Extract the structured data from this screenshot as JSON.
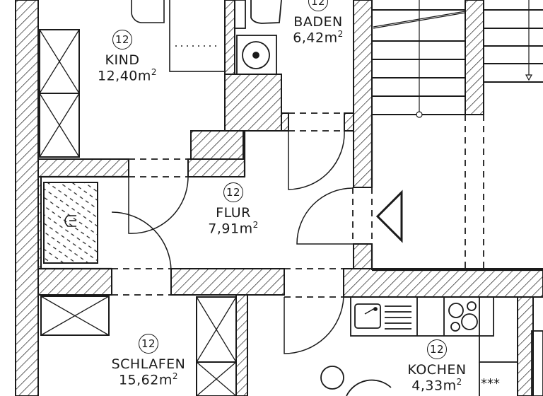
{
  "plan": {
    "type": "floor-plan",
    "colors": {
      "ink": "#1a1a1a",
      "background": "#ffffff",
      "hatch": "#1a1a1a"
    },
    "rooms": [
      {
        "id": "kind",
        "number": "12",
        "name": "KIND",
        "area": "12,40",
        "unit": "m",
        "exp": "2"
      },
      {
        "id": "baden",
        "number": "12",
        "name": "BADEN",
        "area": "6,42",
        "unit": "m",
        "exp": "2"
      },
      {
        "id": "flur",
        "number": "12",
        "name": "FLUR",
        "area": "7,91",
        "unit": "m",
        "exp": "2"
      },
      {
        "id": "schlafen",
        "number": "12",
        "name": "SCHLAFEN",
        "area": "15,62",
        "unit": "m",
        "exp": "2"
      },
      {
        "id": "kochen",
        "number": "12",
        "name": "KOCHEN",
        "area": "4,33",
        "unit": "m",
        "exp": "2"
      }
    ],
    "symbols": {
      "entrance": "triangle-entrance-marker",
      "kitchen_marker": "***"
    }
  }
}
